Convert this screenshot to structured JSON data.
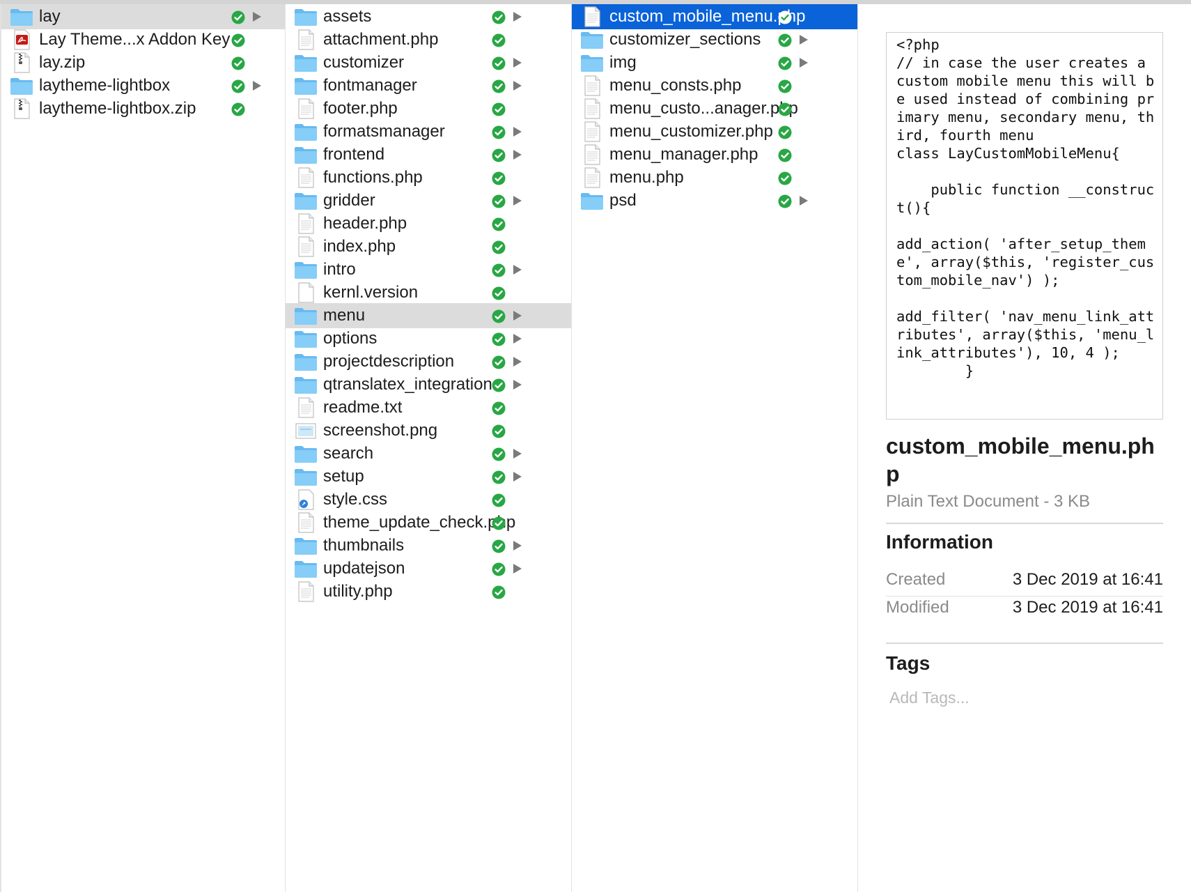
{
  "columns": [
    {
      "items": [
        {
          "name": "lay",
          "type": "folder",
          "expandable": true,
          "state": "selected"
        },
        {
          "name": "Lay Theme...x Addon Key",
          "type": "pdf",
          "expandable": false
        },
        {
          "name": "lay.zip",
          "type": "zip",
          "expandable": false
        },
        {
          "name": "laytheme-lightbox",
          "type": "folder",
          "expandable": true
        },
        {
          "name": "laytheme-lightbox.zip",
          "type": "zip",
          "expandable": false
        }
      ]
    },
    {
      "items": [
        {
          "name": "assets",
          "type": "folder",
          "expandable": true
        },
        {
          "name": "attachment.php",
          "type": "doc",
          "expandable": false
        },
        {
          "name": "customizer",
          "type": "folder",
          "expandable": true
        },
        {
          "name": "fontmanager",
          "type": "folder",
          "expandable": true
        },
        {
          "name": "footer.php",
          "type": "doc",
          "expandable": false
        },
        {
          "name": "formatsmanager",
          "type": "folder",
          "expandable": true
        },
        {
          "name": "frontend",
          "type": "folder",
          "expandable": true
        },
        {
          "name": "functions.php",
          "type": "doc",
          "expandable": false
        },
        {
          "name": "gridder",
          "type": "folder",
          "expandable": true
        },
        {
          "name": "header.php",
          "type": "doc",
          "expandable": false
        },
        {
          "name": "index.php",
          "type": "doc",
          "expandable": false
        },
        {
          "name": "intro",
          "type": "folder",
          "expandable": true
        },
        {
          "name": "kernl.version",
          "type": "blank",
          "expandable": false
        },
        {
          "name": "menu",
          "type": "folder",
          "expandable": true,
          "state": "selected"
        },
        {
          "name": "options",
          "type": "folder",
          "expandable": true
        },
        {
          "name": "projectdescription",
          "type": "folder",
          "expandable": true
        },
        {
          "name": "qtranslatex_integration",
          "type": "folder",
          "expandable": true
        },
        {
          "name": "readme.txt",
          "type": "doc",
          "expandable": false
        },
        {
          "name": "screenshot.png",
          "type": "image",
          "expandable": false
        },
        {
          "name": "search",
          "type": "folder",
          "expandable": true
        },
        {
          "name": "setup",
          "type": "folder",
          "expandable": true
        },
        {
          "name": "style.css",
          "type": "css",
          "expandable": false
        },
        {
          "name": "theme_update_check.php",
          "type": "doc",
          "expandable": false
        },
        {
          "name": "thumbnails",
          "type": "folder",
          "expandable": true
        },
        {
          "name": "updatejson",
          "type": "folder",
          "expandable": true
        },
        {
          "name": "utility.php",
          "type": "doc",
          "expandable": false
        }
      ]
    },
    {
      "items": [
        {
          "name": "custom_mobile_menu.php",
          "type": "doc",
          "expandable": false,
          "state": "active"
        },
        {
          "name": "customizer_sections",
          "type": "folder",
          "expandable": true
        },
        {
          "name": "img",
          "type": "folder",
          "expandable": true
        },
        {
          "name": "menu_consts.php",
          "type": "doc",
          "expandable": false
        },
        {
          "name": "menu_custo...anager.php",
          "type": "doc",
          "expandable": false
        },
        {
          "name": "menu_customizer.php",
          "type": "doc",
          "expandable": false
        },
        {
          "name": "menu_manager.php",
          "type": "doc",
          "expandable": false
        },
        {
          "name": "menu.php",
          "type": "doc",
          "expandable": false
        },
        {
          "name": "psd",
          "type": "folder",
          "expandable": true
        }
      ]
    }
  ],
  "preview": {
    "code": "<?php\n// in case the user creates a custom mobile menu this will be used instead of combining primary menu, secondary menu, third, fourth menu\nclass LayCustomMobileMenu{\n\n    public function __construct(){\n\nadd_action( 'after_setup_theme', array($this, 'register_custom_mobile_nav') );\n\nadd_filter( 'nav_menu_link_attributes', array($this, 'menu_link_attributes'), 10, 4 );\n        }",
    "title": "custom_mobile_menu.php",
    "kind": "Plain Text Document - 3 KB",
    "information_heading": "Information",
    "created_label": "Created",
    "created_value": "3 Dec 2019 at 16:41",
    "modified_label": "Modified",
    "modified_value": "3 Dec 2019 at 16:41",
    "tags_heading": "Tags",
    "tags_placeholder": "Add Tags..."
  },
  "colors": {
    "accent": "#0a63d8",
    "selection_gray": "#dcdcdc",
    "check_green": "#28a745",
    "folder_blue": "#5ab4f0"
  }
}
